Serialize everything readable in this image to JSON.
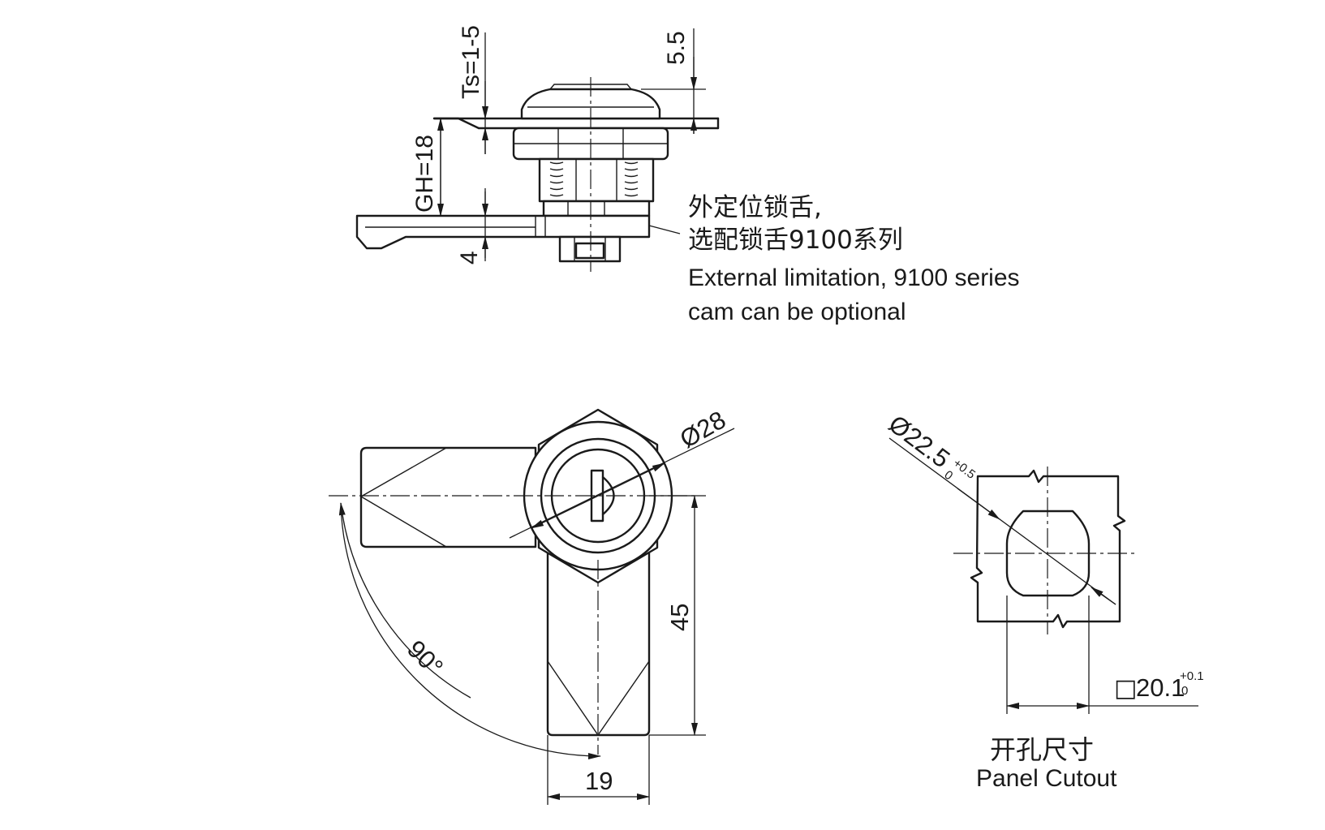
{
  "side_view": {
    "ts_label": "Ts=1-5",
    "top_dim_label": "5.5",
    "gh_label": "GH=18",
    "cam_thickness_label": "4"
  },
  "note": {
    "cn_line1": "外定位锁舌,",
    "cn_line2": "选配锁舌9100系列",
    "en_line1": "External limitation, 9100 series",
    "en_line2": "cam can be optional"
  },
  "front_view": {
    "diameter_label": "Ø28",
    "height_label": "45",
    "width_label": "19",
    "angle_label": "90°"
  },
  "cutout": {
    "diameter_main": "Ø22.5",
    "diameter_tol_upper": "+0.5",
    "diameter_tol_lower": "0",
    "square_symbol": "□",
    "square_main": "20.1",
    "square_tol_upper": "+0.1",
    "square_tol_lower": "0",
    "title_cn": "开孔尺寸",
    "title_en": "Panel Cutout"
  }
}
